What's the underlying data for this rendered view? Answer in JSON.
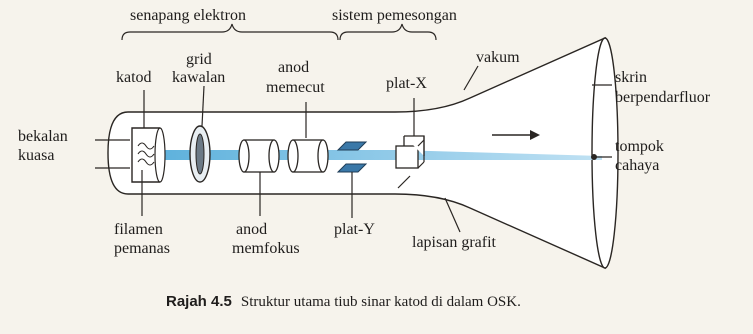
{
  "labels": {
    "senapang_elektron": "senapang elektron",
    "sistem_pemesongan": "sistem pemesongan",
    "grid_kawalan_1": "grid",
    "grid_kawalan_2": "kawalan",
    "anod_memecut_1": "anod",
    "anod_memecut_2": "memecut",
    "katod": "katod",
    "plat_x": "plat-X",
    "vakum": "vakum",
    "skrin_1": "skrin",
    "skrin_2": "berpendarfluor",
    "bekalan_1": "bekalan",
    "bekalan_2": "kuasa",
    "tompok_1": "tompok",
    "tompok_2": "cahaya",
    "filamen_1": "filamen",
    "filamen_2": "pemanas",
    "anod_memfokus_1": "anod",
    "anod_memfokus_2": "memfokus",
    "plat_y": "plat-Y",
    "lapisan_grafit": "lapisan grafit"
  },
  "caption": {
    "number": "Rajah 4.5",
    "text": "Struktur utama tiub sinar katod di dalam OSK."
  },
  "colors": {
    "beam": "#4aa8d8",
    "beam_light": "#b9def2",
    "plate": "#3a78a8",
    "grid_fill": "#6c7a86"
  }
}
